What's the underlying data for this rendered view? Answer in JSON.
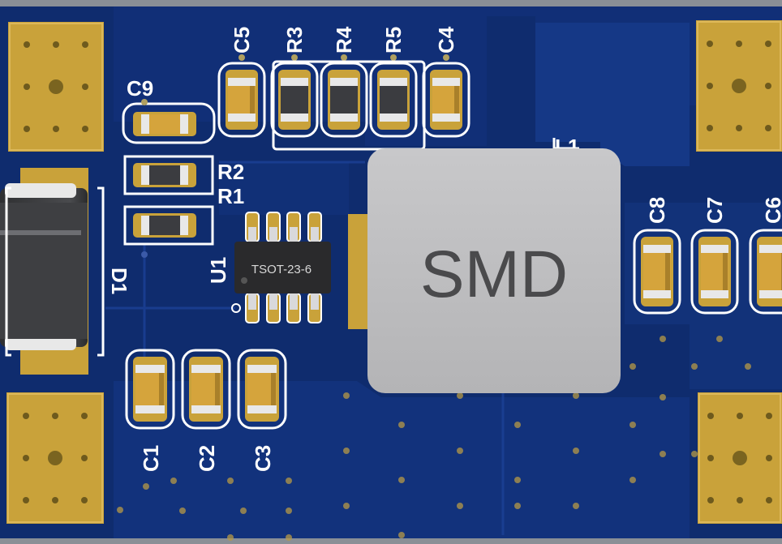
{
  "board": {
    "colors": {
      "background": "#8a8f96",
      "substrate": "#0f2c6e",
      "pour": "#143580",
      "copper": "#c9a23a",
      "silkscreen": "#ffffff",
      "ceramic": "#d5a43c",
      "resistor_body": "#3b3c40",
      "inductor_body": "#bfbfc1",
      "ic_body": "#2a2a2c",
      "diode_body": "#3c3c3e"
    },
    "inductor": {
      "designator": "L1",
      "marking": "SMD"
    },
    "ic": {
      "designator": "U1",
      "marking": "TSOT-23-6"
    },
    "diode": {
      "designator": "D1"
    },
    "top_row": [
      {
        "designator": "C5",
        "kind": "capacitor"
      },
      {
        "designator": "R3",
        "kind": "resistor"
      },
      {
        "designator": "R4",
        "kind": "resistor"
      },
      {
        "designator": "R5",
        "kind": "resistor"
      },
      {
        "designator": "C4",
        "kind": "capacitor"
      }
    ],
    "left_stack": [
      {
        "designator": "C9",
        "kind": "capacitor"
      },
      {
        "designator": "R2",
        "kind": "resistor"
      },
      {
        "designator": "R1",
        "kind": "resistor"
      }
    ],
    "bottom_row": [
      {
        "designator": "C1",
        "kind": "capacitor"
      },
      {
        "designator": "C2",
        "kind": "capacitor"
      },
      {
        "designator": "C3",
        "kind": "capacitor"
      }
    ],
    "right_row": [
      {
        "designator": "C8",
        "kind": "capacitor"
      },
      {
        "designator": "C7",
        "kind": "capacitor"
      },
      {
        "designator": "C6",
        "kind": "capacitor"
      }
    ],
    "mounting_pads": [
      {
        "name": "pad-top-left"
      },
      {
        "name": "pad-bottom-left"
      },
      {
        "name": "pad-top-right"
      },
      {
        "name": "pad-bottom-right"
      }
    ]
  }
}
